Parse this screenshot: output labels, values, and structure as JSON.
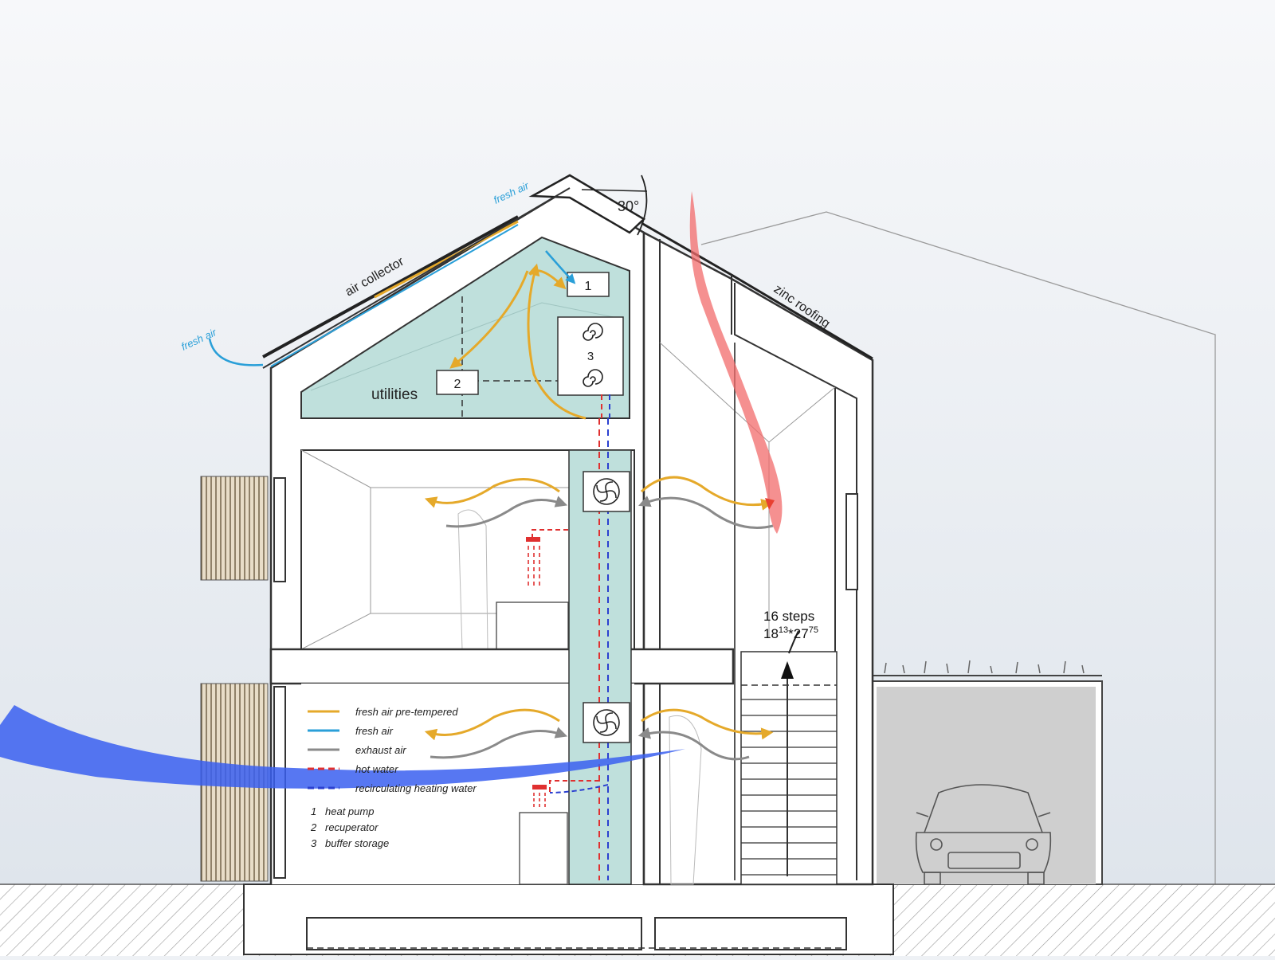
{
  "labels": {
    "air_collector": "air collector",
    "fresh_air_left": "fresh air",
    "fresh_air_top": "fresh air",
    "zinc_roofing": "zinc roofing",
    "angle": "30°",
    "utilities": "utilities",
    "unit_1": "1",
    "unit_2": "2",
    "unit_3": "3",
    "steps_count": "16 steps",
    "steps_a": "18",
    "steps_a_sup": "13",
    "steps_sep": "*27",
    "steps_b_sup": "75"
  },
  "legend": {
    "items": [
      {
        "label": "fresh air pre-tempered",
        "color": "#e5a92a",
        "style": "solid"
      },
      {
        "label": "fresh air",
        "color": "#2a9fd8",
        "style": "solid"
      },
      {
        "label": "exhaust air",
        "color": "#8a8a8a",
        "style": "solid"
      },
      {
        "label": "hot water",
        "color": "#e03030",
        "style": "dashed"
      },
      {
        "label": "recirculating heating water",
        "color": "#2a3fd0",
        "style": "dashed"
      }
    ],
    "numbered": [
      {
        "num": "1",
        "label": "heat pump"
      },
      {
        "num": "2",
        "label": "recuperator"
      },
      {
        "num": "3",
        "label": "buffer storage"
      }
    ]
  },
  "colors": {
    "sky": "#eef1f5",
    "utility_fill": "#bfe0dc",
    "pre_tempered": "#e5a92a",
    "fresh": "#2a9fd8",
    "exhaust": "#8a8a8a",
    "hot_water": "#e03030",
    "heating_water": "#2a3fd0",
    "warm_stream": "#f26b6b",
    "cold_stream": "#3a5ff0",
    "garage": "#cfcfcf"
  }
}
